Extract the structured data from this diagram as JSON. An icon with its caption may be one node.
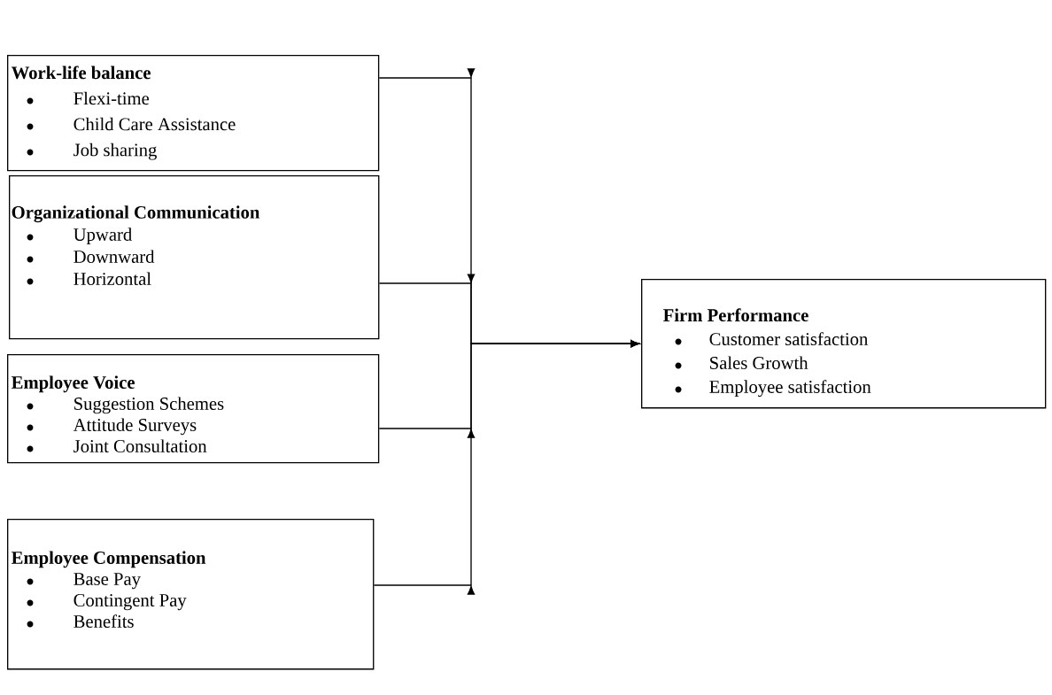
{
  "diagram": {
    "nodes": [
      {
        "text": [
          "Work-life balance",
          "Flexi-time",
          "Child Care Assistance",
          "Job sharing"
        ]
      },
      {
        "text": [
          "Organizational Communication",
          "Upward",
          "Downward",
          "Horizontal"
        ]
      },
      {
        "text": [
          "Employee Voice",
          "Suggestion Schemes",
          "Attitude Surveys",
          "Joint Consultation"
        ]
      },
      {
        "text": [
          "Employee Compensation",
          "Base Pay",
          "Contingent Pay",
          "Benefits"
        ]
      },
      {
        "text": [
          "Firm Performance",
          "Customer satisfaction",
          "Sales Growth",
          "Employee satisfaction"
        ]
      }
    ],
    "edges": [
      {
        "from": 0,
        "to": 4,
        "arrow": "to"
      },
      {
        "from": 1,
        "to": 4,
        "arrow": "to"
      },
      {
        "from": 2,
        "to": 4,
        "arrow": "to"
      },
      {
        "from": 3,
        "to": 4,
        "arrow": "to"
      }
    ]
  }
}
